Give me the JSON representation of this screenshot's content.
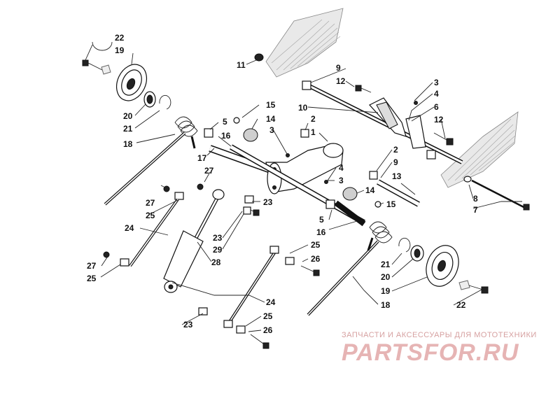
{
  "watermark": {
    "tagline": "ЗАПЧАСТИ И АКСЕССУАРЫ ДЛЯ МОТОТЕХНИКИ",
    "brand": "PARTSFOR.RU"
  },
  "labels": {
    "l22a": "22",
    "l19a": "19",
    "l20a": "20",
    "l21a": "21",
    "l18a": "18",
    "l11": "11",
    "l9a": "9",
    "l12a": "12",
    "l10": "10",
    "l3a": "3",
    "l4a": "4",
    "l6": "6",
    "l12b": "12",
    "l15a": "15",
    "l14a": "14",
    "l5a": "5",
    "l16a": "16",
    "l3b": "3",
    "l2a": "2",
    "l1": "1",
    "l17": "17",
    "l27a": "27",
    "l27b": "27",
    "l25a": "25",
    "l24a": "24",
    "l23a": "23",
    "l23b": "23",
    "l29": "29",
    "l28": "28",
    "l27c": "27",
    "l25b": "25",
    "l4b": "4",
    "l3c": "3",
    "l2b": "2",
    "l9b": "9",
    "l13": "13",
    "l14b": "14",
    "l15b": "15",
    "l5b": "5",
    "l16b": "16",
    "l8": "8",
    "l7": "7",
    "l25c": "25",
    "l26a": "26",
    "l21b": "21",
    "l20b": "20",
    "l19b": "19",
    "l22b": "22",
    "l18b": "18",
    "l24b": "24",
    "l23c": "23",
    "l25d": "25",
    "l26b": "26"
  }
}
